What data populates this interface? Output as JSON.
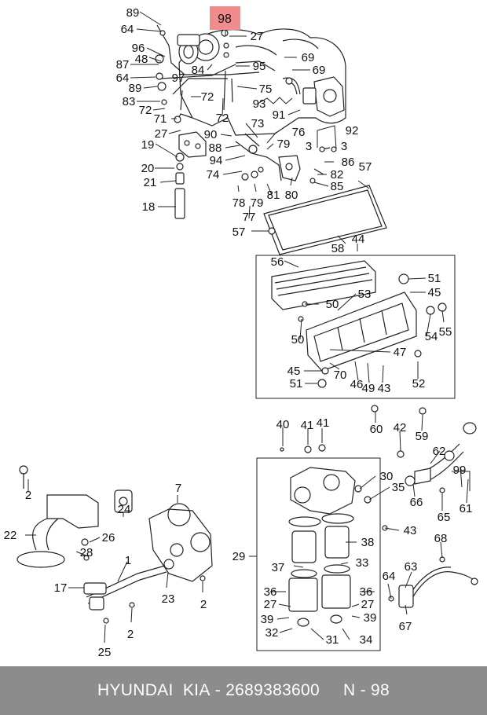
{
  "highlight": {
    "label": "98",
    "color": "#f08c8c"
  },
  "footer": {
    "brand": "HYUNDAI  KIA",
    "separator": " - ",
    "part_number": "2689383600",
    "ref_prefix": "N - ",
    "ref_number": "98"
  },
  "callouts": {
    "c89": "89",
    "c64a": "64",
    "c96": "96",
    "c48": "48",
    "c87": "87",
    "c64b": "64",
    "c97": "97",
    "c89b": "89",
    "c84": "84",
    "c72a": "72",
    "c83": "83",
    "c72b": "72",
    "c72c": "72",
    "c71": "71",
    "c27a": "27",
    "c19": "19",
    "c20": "20",
    "c21": "21",
    "c18": "18",
    "c27b": "27",
    "c95": "95",
    "c69a": "69",
    "c69b": "69",
    "c75": "75",
    "c93": "93",
    "c91": "91",
    "c73": "73",
    "c76": "76",
    "c90": "90",
    "c79a": "79",
    "c88": "88",
    "c94": "94",
    "c74": "74",
    "c92": "92",
    "c3a": "3",
    "c3b": "3",
    "c86": "86",
    "c82": "82",
    "c57a": "57",
    "c78": "78",
    "c79b": "79",
    "c81": "81",
    "c80": "80",
    "c85": "85",
    "c77": "77",
    "c57b": "57",
    "c58": "58",
    "c44": "44",
    "c56": "56",
    "c51a": "51",
    "c45a": "45",
    "c50a": "50",
    "c53": "53",
    "c54": "54",
    "c55": "55",
    "c50b": "50",
    "c47": "47",
    "c45b": "45",
    "c70": "70",
    "c46": "46",
    "c49": "49",
    "c43a": "43",
    "c51b": "51",
    "c52": "52",
    "c40": "40",
    "c41a": "41",
    "c41b": "41",
    "c60": "60",
    "c42": "42",
    "c59": "59",
    "c62": "62",
    "c99": "99",
    "c2a": "2",
    "c7": "7",
    "c30": "30",
    "c35": "35",
    "c66": "66",
    "c65": "65",
    "c61": "61",
    "c24": "24",
    "c22": "22",
    "c26": "26",
    "c28": "28",
    "c29": "29",
    "c43b": "43",
    "c38": "38",
    "c1": "1",
    "c37": "37",
    "c33": "33",
    "c68": "68",
    "c17": "17",
    "c23": "23",
    "c2b": "2",
    "c36a": "36",
    "c36b": "36",
    "c64c": "64",
    "c63": "63",
    "c27c": "27",
    "c27d": "27",
    "c39a": "39",
    "c39b": "39",
    "c2c": "2",
    "c67": "67",
    "c32": "32",
    "c31": "31",
    "c34": "34",
    "c25": "25"
  }
}
